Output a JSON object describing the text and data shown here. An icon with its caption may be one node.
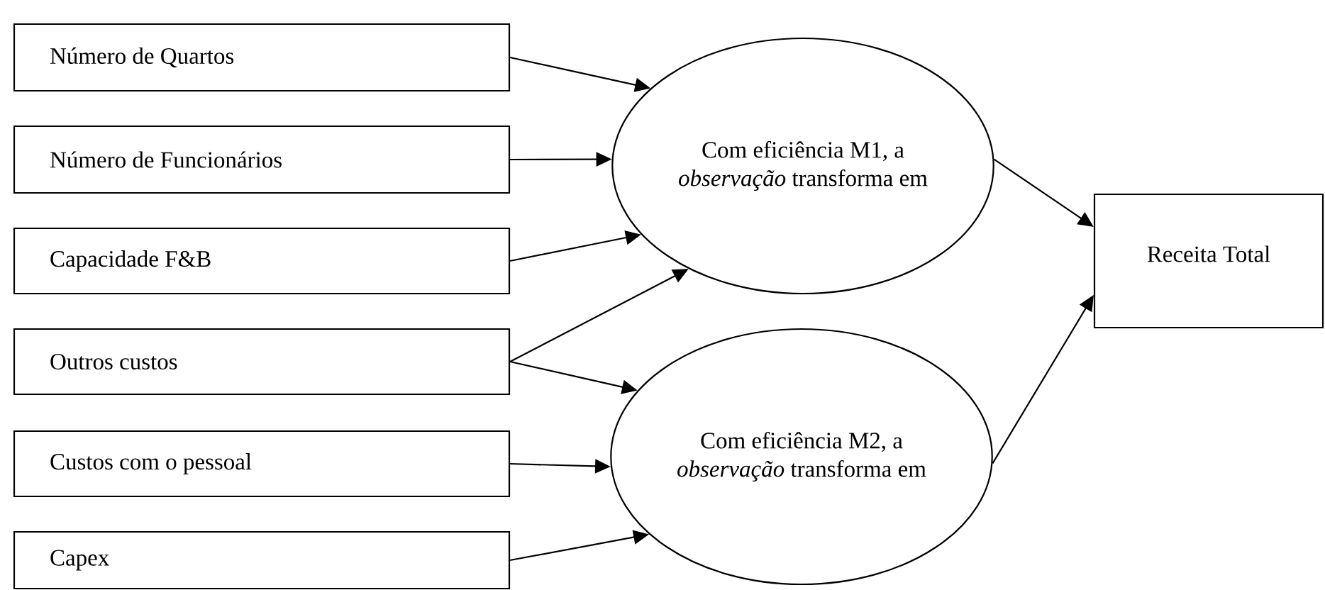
{
  "diagram": {
    "nodes": [
      {
        "text": [
          "Número de Quartos"
        ]
      },
      {
        "text": [
          "Número de Funcionários"
        ]
      },
      {
        "text": [
          "Capacidade F&B"
        ]
      },
      {
        "text": [
          "Outros custos"
        ]
      },
      {
        "text": [
          "Custos com o pessoal"
        ]
      },
      {
        "text": [
          "Capex"
        ]
      },
      {
        "text": [
          "Com eficiência M1, a *observação* transforma em"
        ]
      },
      {
        "text": [
          "Com eficiência M2, a *observação* transforma em"
        ]
      },
      {
        "text": [
          "Receita Total"
        ]
      }
    ],
    "edges": [
      {
        "from": 0,
        "to": 6,
        "arrow": "to"
      },
      {
        "from": 1,
        "to": 6,
        "arrow": "to"
      },
      {
        "from": 2,
        "to": 6,
        "arrow": "to"
      },
      {
        "from": 3,
        "to": 6,
        "arrow": "to"
      },
      {
        "from": 3,
        "to": 7,
        "arrow": "to"
      },
      {
        "from": 4,
        "to": 7,
        "arrow": "to"
      },
      {
        "from": 5,
        "to": 7,
        "arrow": "to"
      },
      {
        "from": 6,
        "to": 8,
        "arrow": "to"
      },
      {
        "from": 7,
        "to": 8,
        "arrow": "to"
      }
    ]
  }
}
